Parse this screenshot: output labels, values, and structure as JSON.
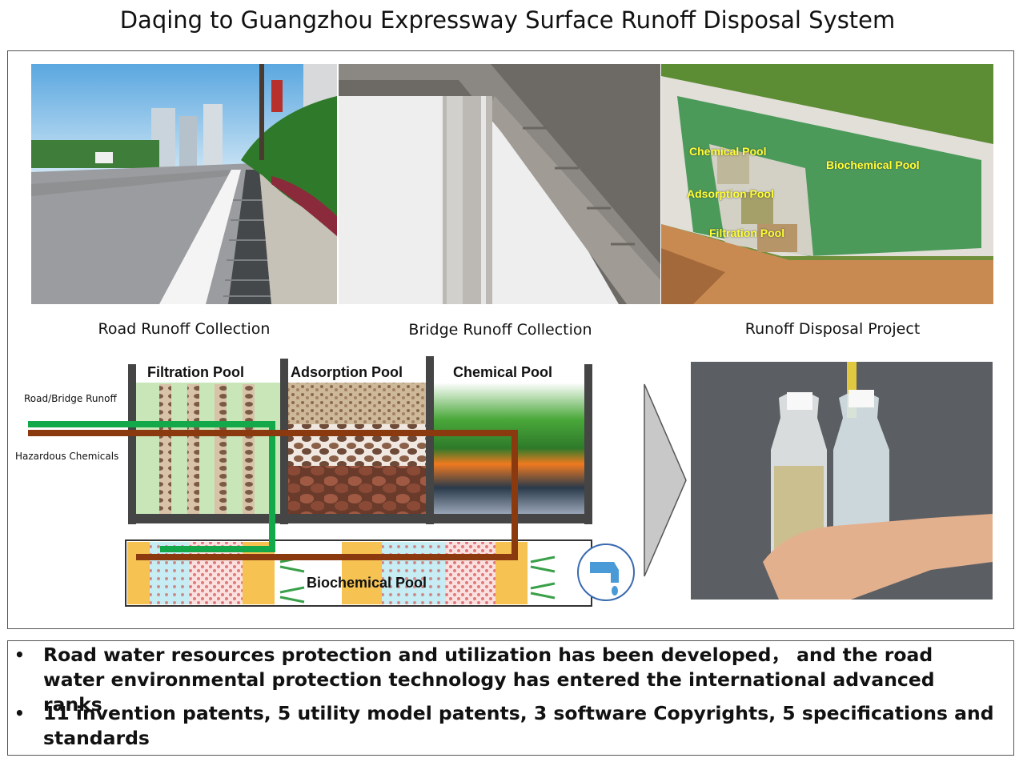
{
  "title": "Daqing to Guangzhou Expressway Surface Runoff Disposal System",
  "captions": {
    "road": "Road Runoff Collection",
    "bridge": "Bridge Runoff Collection",
    "project": "Runoff Disposal Project"
  },
  "photo_labels": {
    "chemical": "Chemical Pool",
    "biochemical": "Biochemical Pool",
    "adsorption": "Adsorption Pool",
    "filtration": "Filtration Pool"
  },
  "diagram": {
    "filtration": "Filtration Pool",
    "adsorption": "Adsorption Pool",
    "chemical": "Chemical Pool",
    "biochemical": "Biochemical Pool",
    "runoff_input": "Road/Bridge Runoff",
    "hazard_input": "Hazardous Chemicals"
  },
  "colors": {
    "runoff_pipe": "#13a84a",
    "hazard_pipe": "#8b3a0f",
    "tank_wall": "#454545",
    "filtration_fill": "#c8e6b8",
    "biochem_orange": "#f6c252",
    "arrow": "#c8c8c8"
  },
  "bullets": [
    "Road water resources protection and utilization has been developed， and the road water environmental protection technology has entered the international advanced ranks",
    "11 invention patents, 5 utility model patents, 3 software Copyrights, 5 specifications and standards"
  ]
}
